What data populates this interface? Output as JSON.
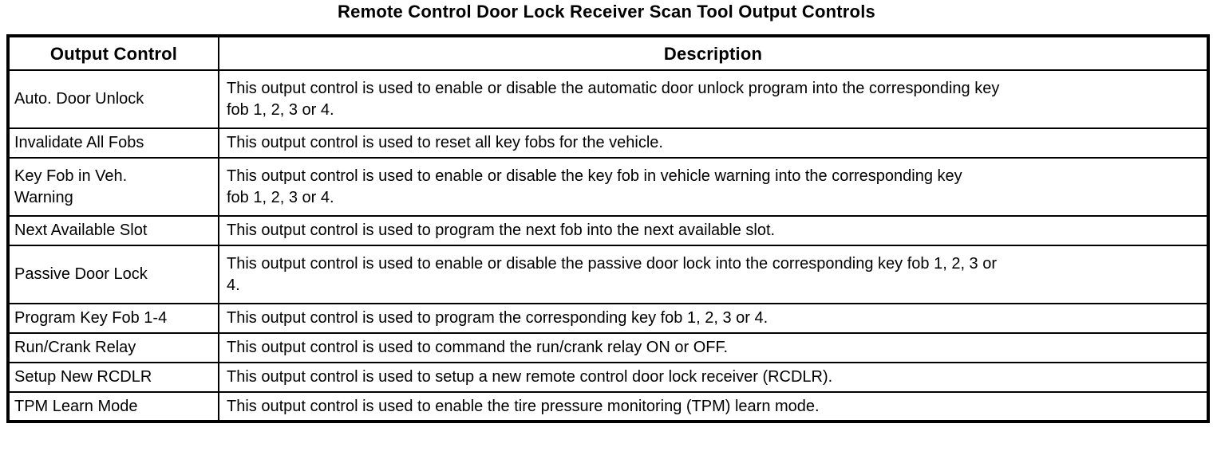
{
  "title": "Remote Control Door Lock Receiver Scan Tool Output Controls",
  "table": {
    "headers": {
      "control": "Output Control",
      "description": "Description"
    },
    "rows": [
      {
        "control": "Auto. Door Unlock",
        "description": "This output control is used to enable or disable the automatic door unlock program into the corresponding key\nfob 1, 2, 3 or 4."
      },
      {
        "control": "Invalidate All Fobs",
        "description": "This output control is used to reset all key fobs for the vehicle."
      },
      {
        "control": "Key Fob in Veh.\nWarning",
        "description": "This output control is used to enable or disable the key fob in vehicle warning into the corresponding key\nfob 1, 2, 3 or 4."
      },
      {
        "control": "Next Available Slot",
        "description": "This output control is used to program the next fob into the next available slot."
      },
      {
        "control": "Passive Door Lock",
        "description": "This output control is used to enable or disable the passive door lock into the corresponding key fob 1, 2, 3 or\n4."
      },
      {
        "control": "Program Key Fob 1-4",
        "description": "This output control is used to program the corresponding key fob 1, 2, 3 or 4."
      },
      {
        "control": "Run/Crank Relay",
        "description": "This output control is used to command the run/crank relay ON or OFF."
      },
      {
        "control": "Setup New RCDLR",
        "description": "This output control is used to setup a new remote control door lock receiver (RCDLR)."
      },
      {
        "control": "TPM Learn Mode",
        "description": "This output control is used to enable the tire pressure monitoring (TPM) learn mode."
      }
    ]
  }
}
